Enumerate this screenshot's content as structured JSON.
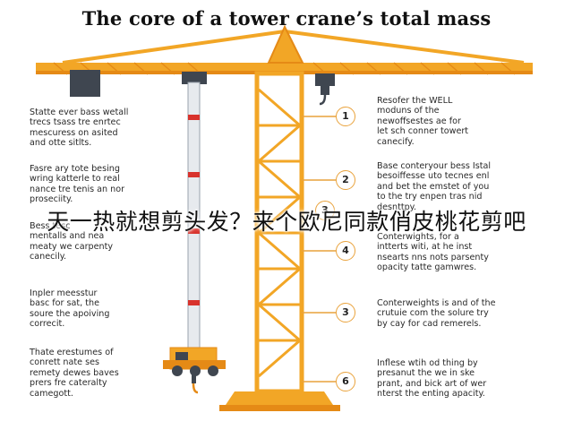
{
  "title": "The core of a tower crane’s total mass",
  "left_notes": [
    "Statte ever bass wetall\ntrecs tsass tre enrtec\nmescuress on asited\nand otte sitlts.",
    "Fasre ary tote besing\nwring katterle to real\nnance tre tenis an nor\nproseciity.",
    "Bess tesc\nmentalls and nea\nmeaty we carpenty\ncanecily.",
    "Inpler meesstur\nbasc for sat, the\nsoure the apoiving\ncorrecit.",
    "Thate erestumes of\nconrett nate ses\nremety dewes baves\nprers fre cateralty\ncamegott."
  ],
  "right_notes": [
    "Resofer the WELL\nmoduns of the\nnewoffsestes ae for\nlet sch conner towert\ncanecify.",
    "Base conteryour bess Istal\nbesoiffesse uto tecnes enl\nand bet the emstet of you\nto the try enpen tras nid\ndesnttpy.",
    "Conterwights, for a\nintterts witi, at he inst\nnsearts nns nots parsenty\nopacity tatte gamwres.",
    "Conterweights is and of the\ncrutuie com the solure try\nby cay for cad remerels.",
    "Inflese wtih od thing by\npresanut the we in ske\nprant, and bick art of wer\nnterst the enting apacity."
  ],
  "steps": [
    "1",
    "2",
    "3",
    "4",
    "3",
    "6"
  ],
  "overlay_caption": "天一热就想剪头发？来个欧尼同款俏皮桃花剪吧",
  "colors": {
    "crane_yellow": "#f2a626",
    "crane_orange": "#e58a16",
    "steel_dark": "#3f4650",
    "cable_grey": "#9aa3ad",
    "accent_red": "#d8322c",
    "step_border": "#e9a23b"
  }
}
